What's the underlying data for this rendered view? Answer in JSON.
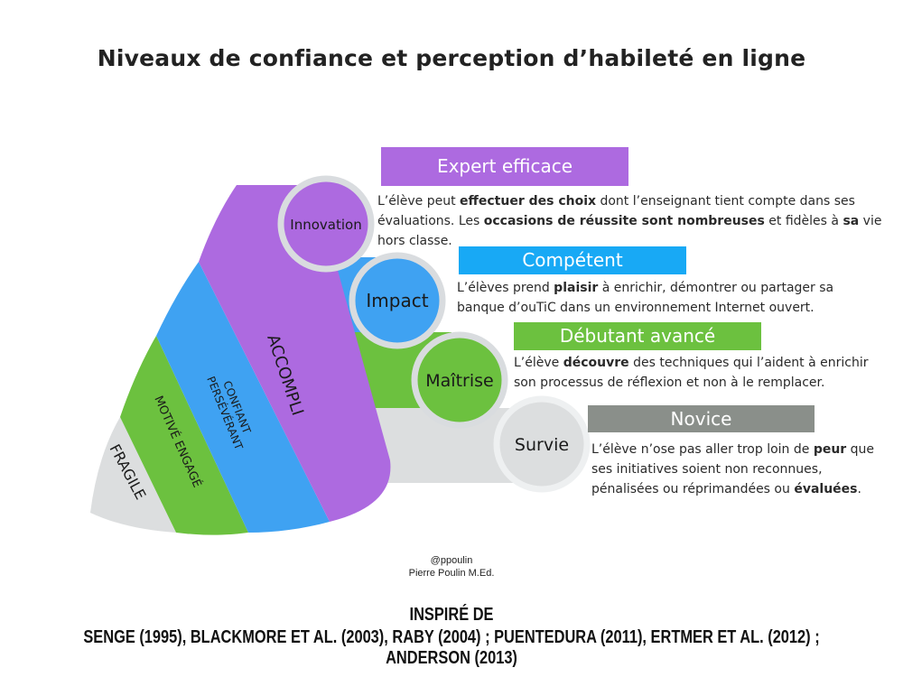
{
  "title": "Niveaux de confiance et perception d’habileté en ligne",
  "colors": {
    "purple": "#ad6ae0",
    "blue": "#3fa2f2",
    "green": "#6cc13f",
    "gray": "#dcdedf",
    "novice_banner": "#8a8f8a",
    "competent_banner": "#18a9f5"
  },
  "fan_labels": {
    "accompli": "ACCOMPLI",
    "confiant": "CONFIANT",
    "perseverant": "PERSÉVÉRANT",
    "motive": "MOTIVÉ ENGAGÉ",
    "fragile": "FRAGILE"
  },
  "circles": {
    "innovation": "Innovation",
    "impact": "Impact",
    "maitrise": "Maîtrise",
    "survie": "Survie"
  },
  "levels": {
    "expert": {
      "title": "Expert efficace",
      "t1": "L’élève peut ",
      "b1": "effectuer des choix",
      "t2": " dont l’enseignant tient compte dans ses évaluations. Les ",
      "b2": "occasions de réussite sont nombreuses",
      "t3": " et fidèles à ",
      "b3": "sa",
      "t4": " vie hors classe."
    },
    "competent": {
      "title": "Compétent",
      "t1": "L’élèves prend ",
      "b1": "plaisir",
      "t2": " à enrichir, démontrer ou partager sa banque d’ouTiC dans un environnement Internet ouvert."
    },
    "debutant": {
      "title": "Débutant avancé",
      "t1": "L’élève ",
      "b1": "découvre",
      "t2": " des techniques qui l’aident à enrichir son processus de réflexion et non à le remplacer."
    },
    "novice": {
      "title": "Novice",
      "t1": "L’élève n’ose pas aller trop loin de ",
      "b1": "peur",
      "t2": " que ses initiatives soient non reconnues, pénalisées ou réprimandées ou ",
      "b2": "évaluées",
      "t3": "."
    }
  },
  "credit": {
    "handle": "@ppoulin",
    "name": "Pierre Poulin M.Ed."
  },
  "inspired": {
    "heading": "INSPIRÉ DE",
    "refs": "SENGE (1995), BLACKMORE ET AL. (2003), RABY (2004) ; PUENTEDURA (2011), ERTMER ET AL. (2012) ; ANDERSON (2013)"
  }
}
